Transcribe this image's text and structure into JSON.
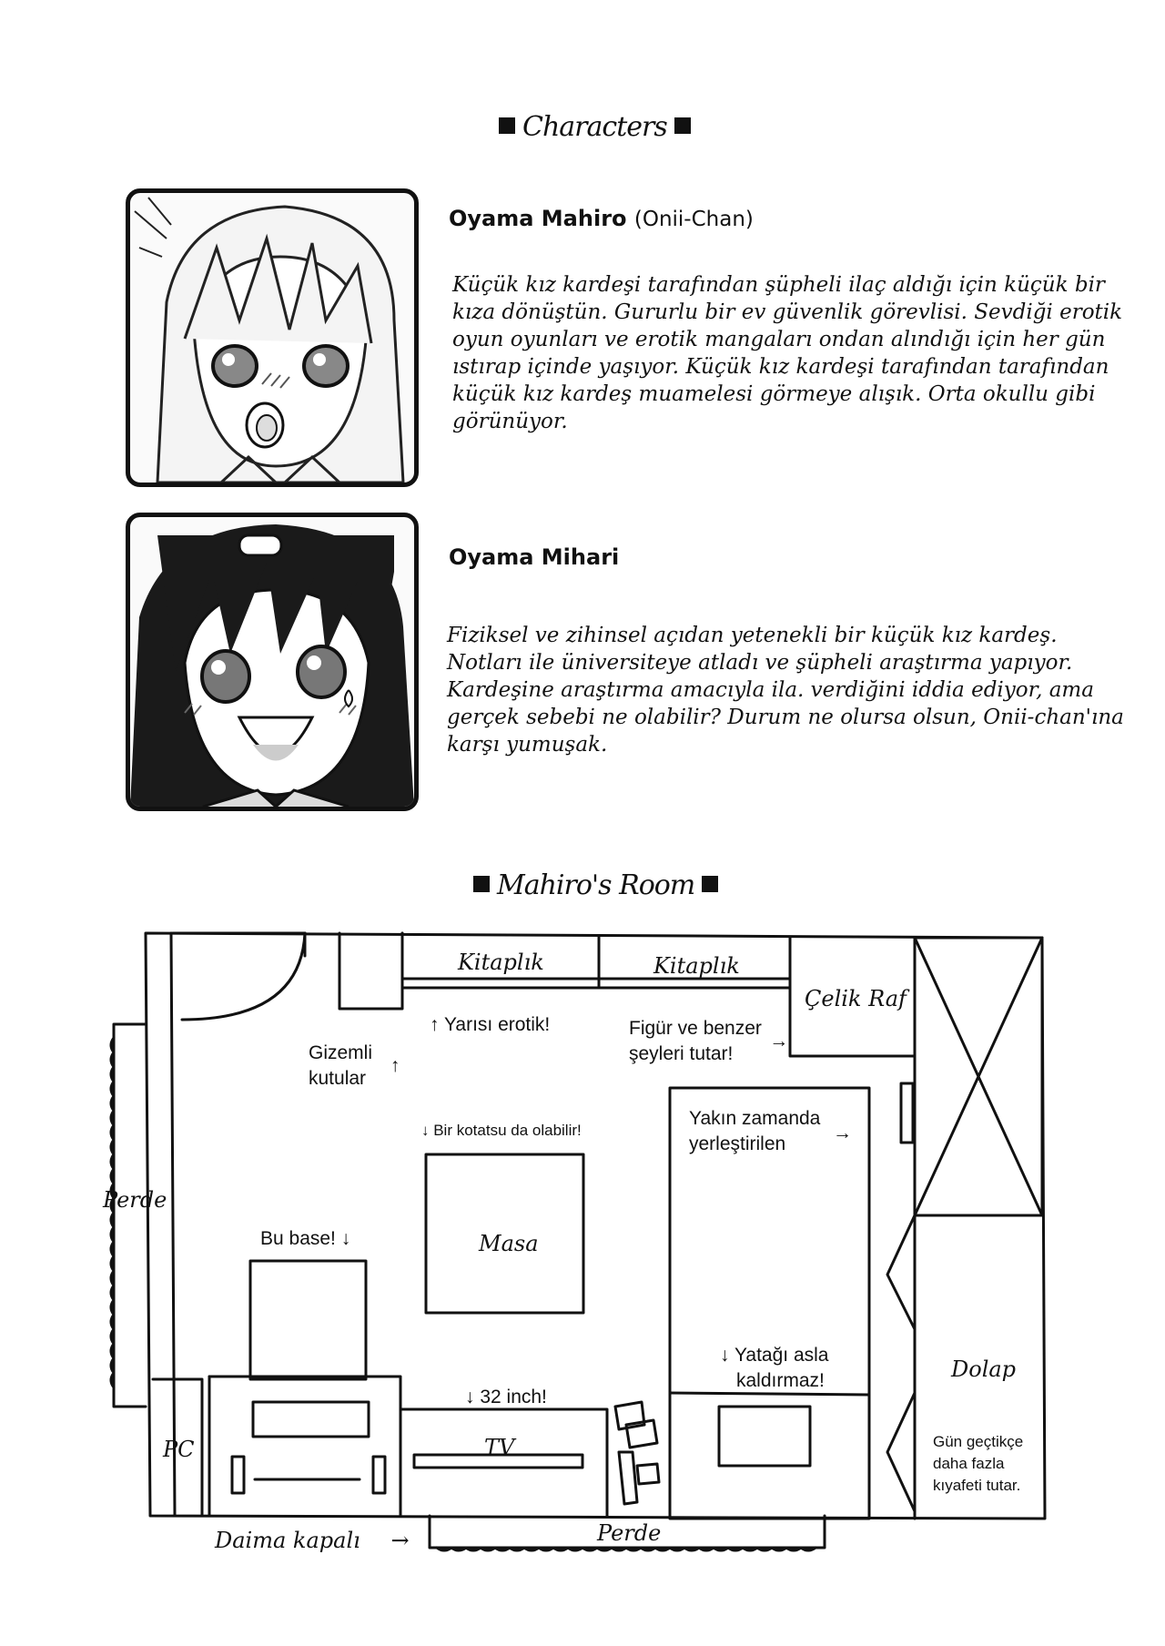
{
  "characters_heading": "Characters",
  "characters": [
    {
      "name": "Oyama Mahiro",
      "alias": "(Onii-Chan)",
      "description": "Küçük kız kardeşi tarafından şüpheli ilaç aldığı için küçük bir kıza dönüştün. Gururlu bir ev güvenlik görevlisi. Sevdiği erotik oyun oyunları ve erotik mangaları ondan alındığı için her gün ıstırap içinde yaşıyor. Küçük kız kardeşi tarafından tarafından küçük kız kardeş muamelesi görmeye alışık. Orta okullu gibi görünüyor."
    },
    {
      "name": "Oyama Mihari",
      "alias": "",
      "description": "Fiziksel ve zihinsel açıdan yetenekli bir küçük kız kardeş. Notları ile üniversiteye atladı ve şüpheli araştırma yapıyor. Kardeşine araştırma amacıyla ila. verdiğini iddia ediyor, ama gerçek sebebi ne olabilir? Durum ne olursa olsun, Onii-chan'ına karşı yumuşak."
    }
  ],
  "room_heading": "Mahiro's Room",
  "room": {
    "bookshelf_1": "Kitaplık",
    "bookshelf_2": "Kitaplık",
    "steel_rack": "Çelik Raf",
    "half_erotic": "↑ Yarısı erotik!",
    "figures_line1": "Figür ve benzer",
    "figures_line2": "şeyleri tutar!",
    "figures_arrow": "→",
    "mystery_line1": "Gizemli",
    "mystery_line2": "kutular",
    "mystery_arrow": "↑",
    "kotatsu": "↓ Bir kotatsu da olabilir!",
    "recent_line1": "Yakın zamanda",
    "recent_line2": "yerleştirilen",
    "recent_arrow": "→",
    "curtain_left": "Perde",
    "base_label": "Bu base!  ↓",
    "desk": "Masa",
    "bed_line1": "↓ Yatağı asla",
    "bed_line2": "kaldırmaz!",
    "wardrobe": "Dolap",
    "tv_size": "↓ 32 inch!",
    "tv": "TV",
    "pc": "PC",
    "clothes_line1": "Gün geçtikçe",
    "clothes_line2": "daha fazla",
    "clothes_line3": "kıyafeti tutar.",
    "always_closed": "Daima kapalı",
    "always_closed_arrow": "→",
    "curtain_bottom": "Perde"
  }
}
